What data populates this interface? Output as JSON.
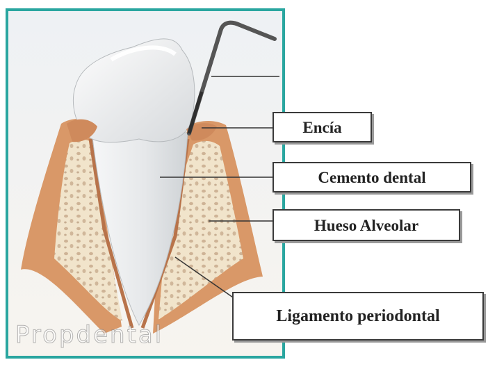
{
  "labels": {
    "encia": "Encía",
    "cemento": "Cemento dental",
    "hueso": "Hueso Alveolar",
    "ligamento": "Ligamento periodontal"
  },
  "watermark": "Propdental",
  "colors": {
    "frame": "#2aa6a0",
    "gum": "#d99868",
    "bone": "#f1e2c8",
    "tooth": "#eceef0",
    "probe": "#555555"
  }
}
